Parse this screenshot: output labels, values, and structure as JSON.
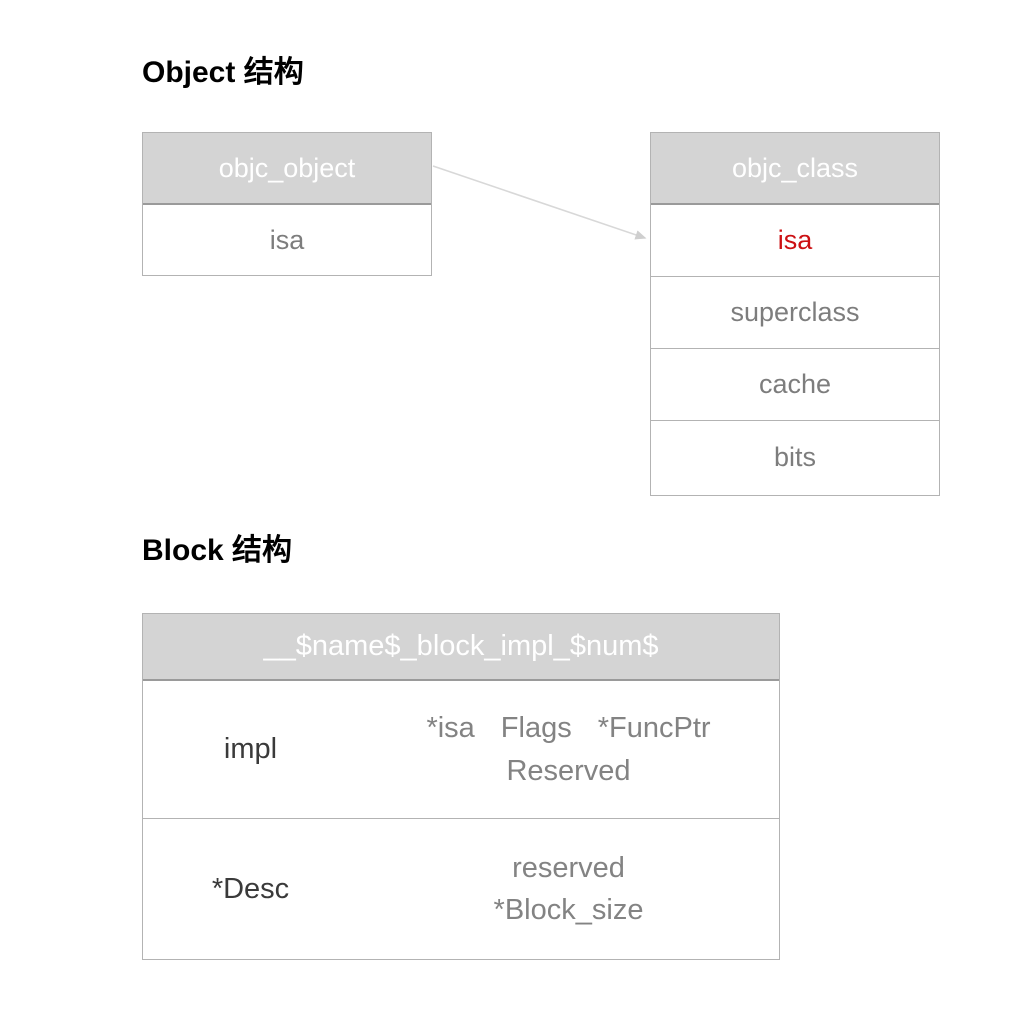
{
  "sections": [
    {
      "title": "Object 结构"
    },
    {
      "title": "Block 结构"
    }
  ],
  "objc_object": {
    "header": "objc_object",
    "fields": [
      {
        "label": "isa"
      }
    ]
  },
  "objc_class": {
    "header": "objc_class",
    "fields": [
      {
        "label": "isa",
        "color": "#cc1013"
      },
      {
        "label": "superclass"
      },
      {
        "label": "cache"
      },
      {
        "label": "bits"
      }
    ]
  },
  "arrow": {
    "name": "isa-pointer-arrow",
    "from": "objc_object.isa",
    "to": "objc_class.isa",
    "color": "#d5d5d5"
  },
  "block_struct": {
    "header": "__$name$_block_impl_$num$",
    "rows": [
      {
        "name": "impl",
        "members_line1": [
          "*isa",
          "Flags",
          "*FuncPtr"
        ],
        "members_line2": "Reserved"
      },
      {
        "name": "*Desc",
        "members_line1": [
          "reserved"
        ],
        "members_line2": "*Block_size"
      }
    ]
  },
  "colors": {
    "header_bg": "#d4d4d4",
    "header_text": "#ffffff",
    "body_text": "#7d7d7d",
    "accent_red": "#cc1013",
    "dark_text": "#3a3a3a",
    "border": "#b3b3b3",
    "background": "#ffffff"
  }
}
